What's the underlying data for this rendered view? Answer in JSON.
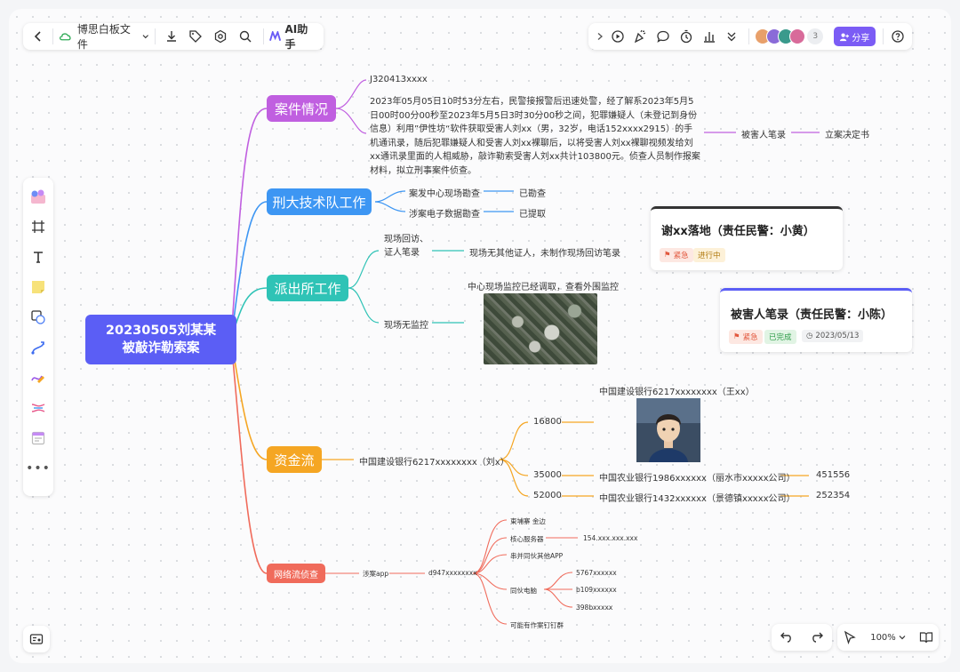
{
  "toolbar": {
    "doc_title": "博思白板文件",
    "ai_label": "AI助手"
  },
  "right_toolbar": {
    "collab_count": "3",
    "share_label": "分享"
  },
  "bottom": {
    "zoom": "100%"
  },
  "colors": {
    "root": "#5b5ef5",
    "case": "#c05fe0",
    "tech": "#3d96f3",
    "station": "#2fc3b6",
    "funds": "#f5a623",
    "net": "#f06b5b",
    "share": "#7b5cf5"
  },
  "mindmap": {
    "root_line1": "20230505刘某某",
    "root_line2": "被敲诈勒索案",
    "case": {
      "label": "案件情况",
      "id_text": "J320413xxxx",
      "paragraph": "2023年05月05日10时53分左右，民警接报警后迅速处警，经了解系2023年5月5日00时00分00秒至2023年5月5日3时30分00秒之间，犯罪嫌疑人（未登记到身份信息）利用”伊性坊“软件获取受害人刘xx（男，32岁，电话152xxxx2915）的手机通讯录，随后犯罪嫌疑人和受害人刘xx裸聊后，以将受害人刘xx裸聊视频发给刘xx通讯录里面的人相威胁，敲诈勒索受害人刘xx共计103800元。侦查人员制作报案材料，拟立刑事案件侦查。",
      "victim_record": "被害人笔录",
      "decision": "立案决定书"
    },
    "tech": {
      "label": "刑大技术队工作",
      "item1": "案发中心现场勘查",
      "item1_status": "已勘查",
      "item2": "涉案电子数据勘查",
      "item2_status": "已提取"
    },
    "station": {
      "label": "派出所工作",
      "visit_line1": "现场回访、",
      "visit_line2": "证人笔录",
      "visit_result": "现场无其他证人，未制作现场回访笔录",
      "monitor": "现场无监控",
      "monitor_note": "中心现场监控已经调取，查看外围监控"
    },
    "funds": {
      "label": "资金流",
      "source": "中国建设银行6217xxxxxxxx（刘x）",
      "amt1": "16800",
      "target1": "中国建设银行6217xxxxxxxx（王xx）",
      "amt2": "35000",
      "target2": "中国农业银行1986xxxxxx（丽水市xxxxx公司）",
      "out2": "451556",
      "amt3": "52000",
      "target3": "中国农业银行1432xxxxxx（景德镇xxxxx公司）",
      "out3": "252354"
    },
    "net": {
      "label": "网络流侦查",
      "app": "涉案app",
      "id": "d947xxxxxxxx",
      "c1": "東埔寨 金边",
      "c2": "核心服务器",
      "c2_ip": "154.xxx.xxx.xxx",
      "c3": "串并同伙其他APP",
      "c4": "同伙电脑",
      "c4a": "5767xxxxxx",
      "c4b": "b109xxxxxx",
      "c4c": "398bxxxxx",
      "c5": "可能有作案钉钉群"
    }
  },
  "cards": {
    "card1": {
      "title": "谢xx落地（责任民警：小黄）",
      "tag_urgent": "紧急",
      "tag_status": "进行中"
    },
    "card2": {
      "title": "被害人笔录（责任民警：小陈）",
      "tag_urgent": "紧急",
      "tag_status": "已完成",
      "date": "2023/05/13"
    }
  }
}
